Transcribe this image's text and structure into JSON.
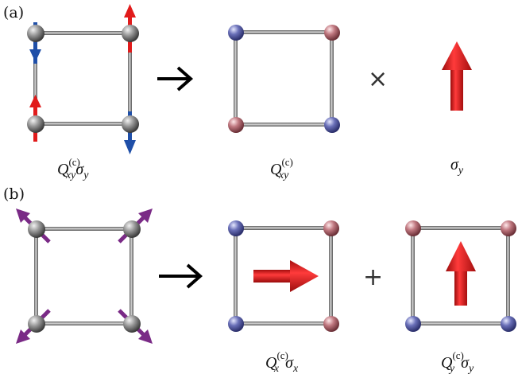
{
  "panels": [
    {
      "label": "(a)",
      "operator_1": "×",
      "captions": {
        "left": {
          "main": "Q",
          "sup": "(c)",
          "sub": "xy",
          "tail": "σ",
          "tail_sub": "y"
        },
        "middle": {
          "main": "Q",
          "sup": "(c)",
          "sub": "xy"
        },
        "right": {
          "main": "σ",
          "sub": "y"
        }
      }
    },
    {
      "label": "(b)",
      "operator_1": "+",
      "captions": {
        "middle": {
          "main": "Q",
          "sup": "(c)",
          "sub": "x",
          "tail": "σ",
          "tail_sub": "x"
        },
        "right": {
          "main": "Q",
          "sup": "(c)",
          "sub": "y",
          "tail": "σ",
          "tail_sub": "y"
        }
      }
    }
  ],
  "colors": {
    "atom_gray": "#8c8c8c",
    "atom_blue": "#5a5fa6",
    "atom_red": "#b86a72",
    "bond": "#8e8e8e",
    "spin_red": "#e11b1b",
    "spin_blue": "#1f4fa8",
    "spin_purple": "#7a2a86",
    "big_arrow": "#e01414",
    "black": "#000000"
  }
}
